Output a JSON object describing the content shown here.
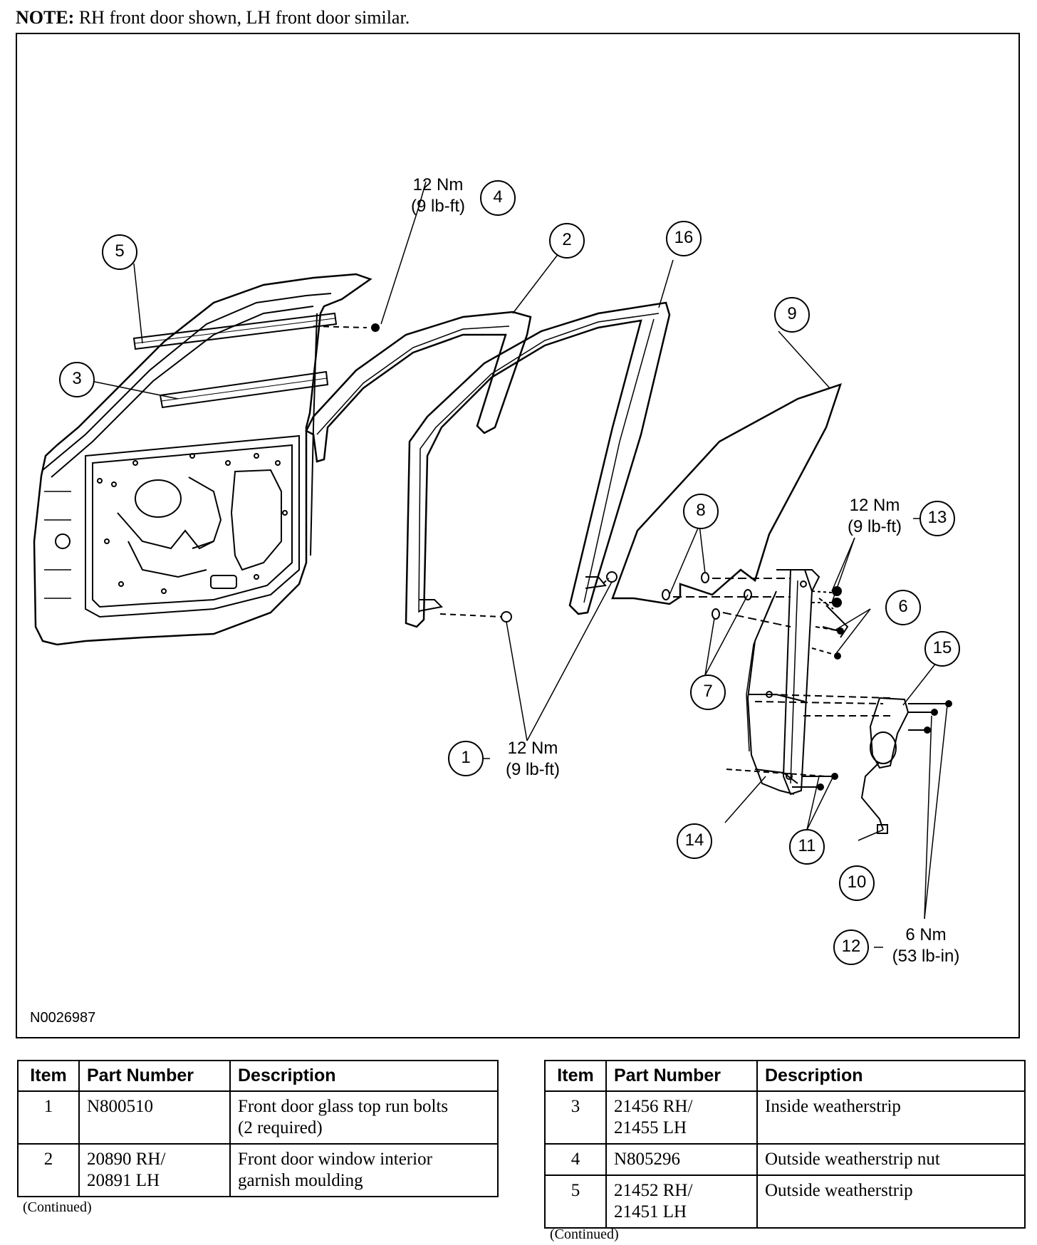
{
  "note": {
    "label": "NOTE:",
    "text": "RH front door shown, LH front door similar."
  },
  "figure_id": "N0026987",
  "callouts": [
    {
      "num": "1"
    },
    {
      "num": "2"
    },
    {
      "num": "3"
    },
    {
      "num": "4"
    },
    {
      "num": "5"
    },
    {
      "num": "6"
    },
    {
      "num": "7"
    },
    {
      "num": "8"
    },
    {
      "num": "9"
    },
    {
      "num": "10"
    },
    {
      "num": "11"
    },
    {
      "num": "12"
    },
    {
      "num": "13"
    },
    {
      "num": "14"
    },
    {
      "num": "15"
    },
    {
      "num": "16"
    }
  ],
  "torques": {
    "t4": [
      "12 Nm",
      "(9 lb-ft)"
    ],
    "t13": [
      "12 Nm",
      "(9 lb-ft)"
    ],
    "t1": [
      "12 Nm",
      "(9 lb-ft)"
    ],
    "t12": [
      "6 Nm",
      "(53 lb-in)"
    ]
  },
  "table_left": {
    "headers": [
      "Item",
      "Part Number",
      "Description"
    ],
    "rows": [
      {
        "item": "1",
        "part": [
          "N800510"
        ],
        "desc": [
          "Front door glass top run bolts",
          "(2 required)"
        ]
      },
      {
        "item": "2",
        "part": [
          "20890 RH/",
          "20891 LH"
        ],
        "desc": [
          "Front door window interior",
          "garnish moulding"
        ]
      }
    ],
    "continued": "(Continued)"
  },
  "table_right": {
    "headers": [
      "Item",
      "Part Number",
      "Description"
    ],
    "rows": [
      {
        "item": "3",
        "part": [
          "21456 RH/",
          "21455 LH"
        ],
        "desc": [
          "Inside weatherstrip"
        ]
      },
      {
        "item": "4",
        "part": [
          "N805296"
        ],
        "desc": [
          "Outside weatherstrip nut"
        ]
      },
      {
        "item": "5",
        "part": [
          "21452 RH/",
          "21451 LH"
        ],
        "desc": [
          "Outside weatherstrip"
        ]
      }
    ],
    "continued": "(Continued)"
  }
}
